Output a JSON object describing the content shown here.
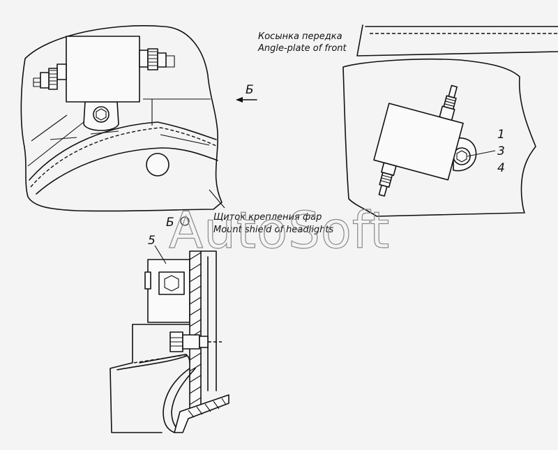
{
  "labels": {
    "angle_plate_ru": "Косынка передка",
    "angle_plate_en": "Angle-plate of front",
    "mount_shield_ru": "Щиток крепления фар",
    "mount_shield_en": "Mount shield of headlights",
    "view_marker_top": "Б",
    "view_marker_section": "Б",
    "callout_1": "1",
    "callout_3": "3",
    "callout_4": "4",
    "callout_5": "5"
  },
  "watermark": "AutoSoft",
  "colors": {
    "line": "#111111",
    "paper": "#f4f4f4",
    "watermark": "#8a8a8a"
  }
}
